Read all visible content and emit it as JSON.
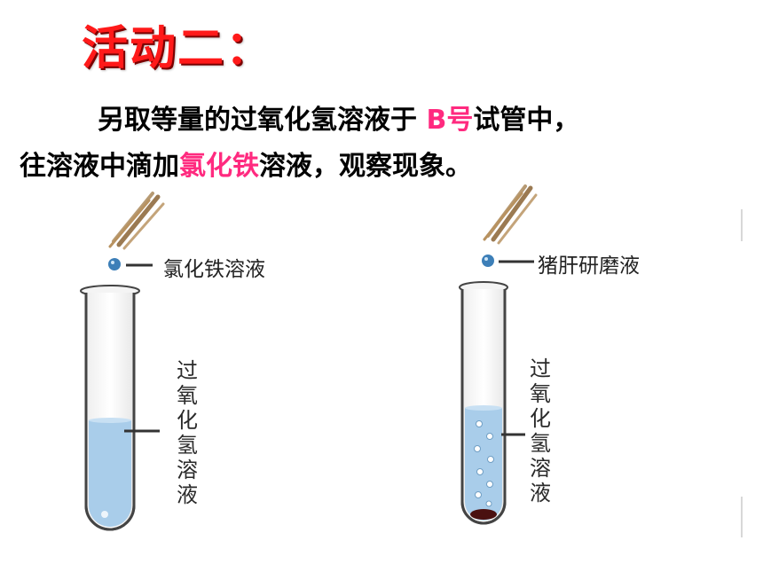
{
  "title": "活动二：",
  "paragraph": {
    "line1_pre": "另取等量的过氧化氢溶液于 ",
    "line1_hl": "B号",
    "line1_post": "试管中，",
    "line2_pre": "往溶液中滴加",
    "line2_hl": "氯化铁",
    "line2_post": "溶液，观察现象。"
  },
  "left_tube": {
    "dropper_label": "氯化铁溶液",
    "solution_label": "过氧化氢溶液"
  },
  "right_tube": {
    "dropper_label": "猪肝研磨液",
    "solution_label": "过氧化氢溶液"
  },
  "colors": {
    "title": "#ff1a1a",
    "highlight": "#ff2a7f",
    "liquid": "#a9cdea"
  }
}
